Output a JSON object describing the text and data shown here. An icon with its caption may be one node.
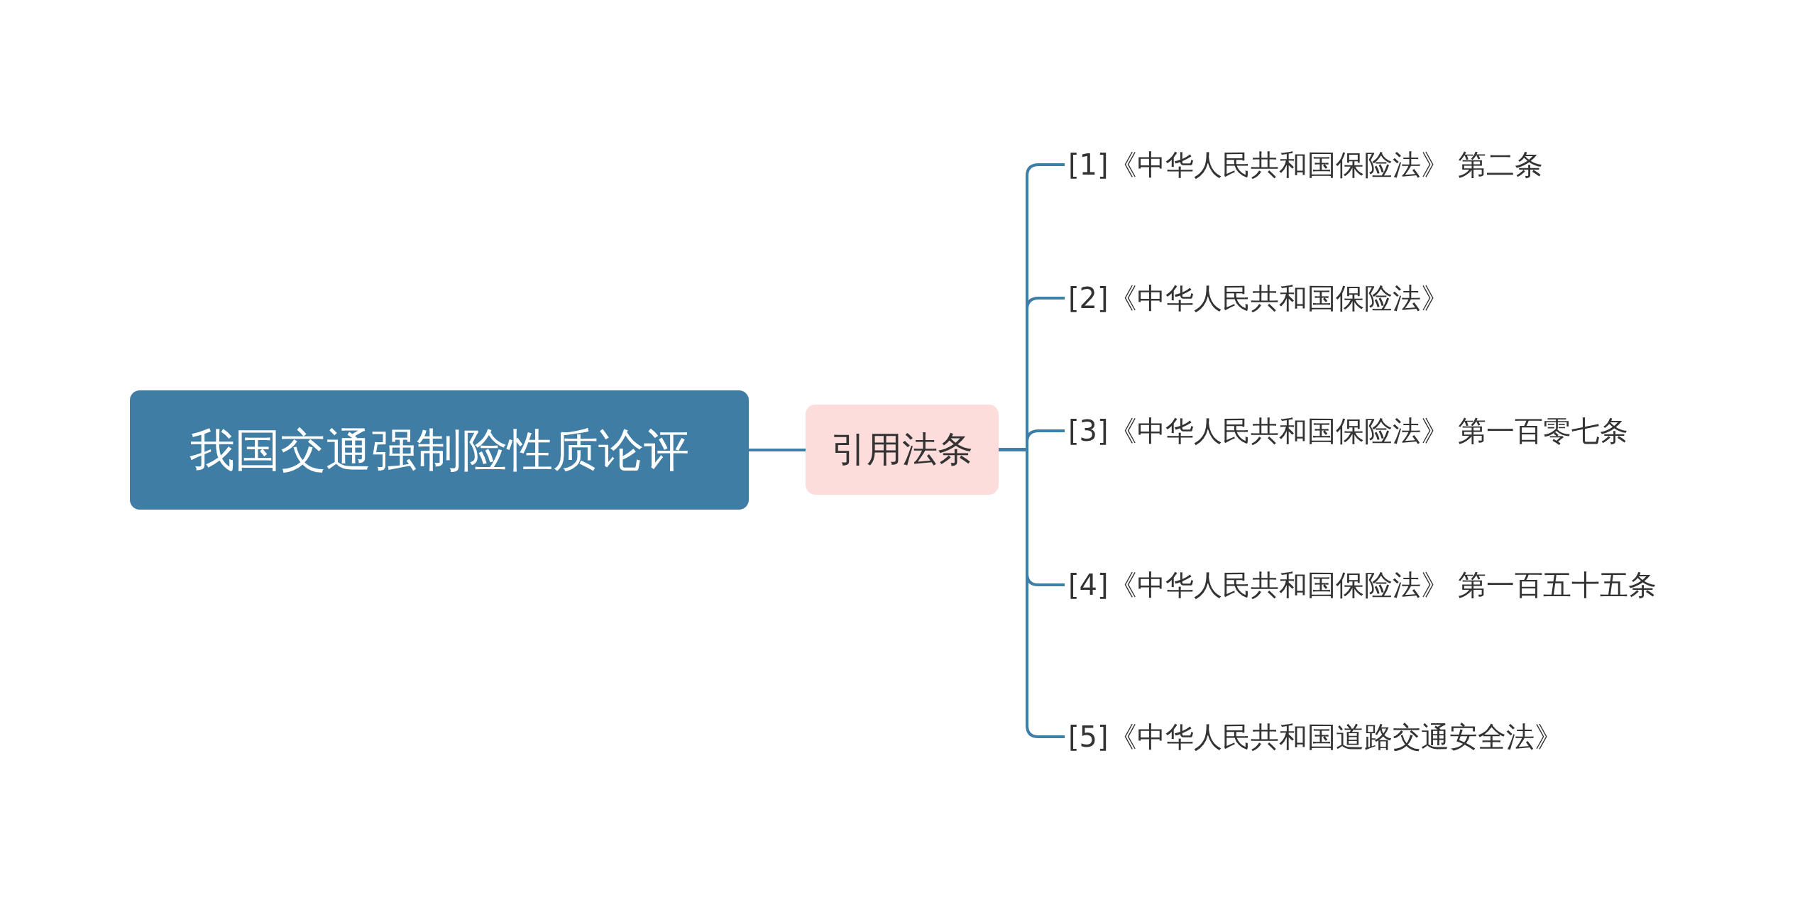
{
  "diagram": {
    "nodes": [
      {
        "text": [
          "我国交通强制险性质论评"
        ]
      },
      {
        "text": [
          "引用法条"
        ]
      },
      {
        "text": [
          "[1]《中华人民共和国保险法》 第二条"
        ]
      },
      {
        "text": [
          "[2]《中华人民共和国保险法》"
        ]
      },
      {
        "text": [
          "[3]《中华人民共和国保险法》 第一百零七条"
        ]
      },
      {
        "text": [
          "[4]《中华人民共和国保险法》 第一百五十五条"
        ]
      },
      {
        "text": [
          "[5]《中华人民共和国道路交通安全法》"
        ]
      }
    ],
    "edges": [
      {
        "from": 0,
        "to": 1,
        "arrow": "none"
      },
      {
        "from": 1,
        "to": 2,
        "arrow": "none"
      },
      {
        "from": 1,
        "to": 3,
        "arrow": "none"
      },
      {
        "from": 1,
        "to": 4,
        "arrow": "none"
      },
      {
        "from": 1,
        "to": 5,
        "arrow": "none"
      },
      {
        "from": 1,
        "to": 6,
        "arrow": "none"
      }
    ]
  }
}
